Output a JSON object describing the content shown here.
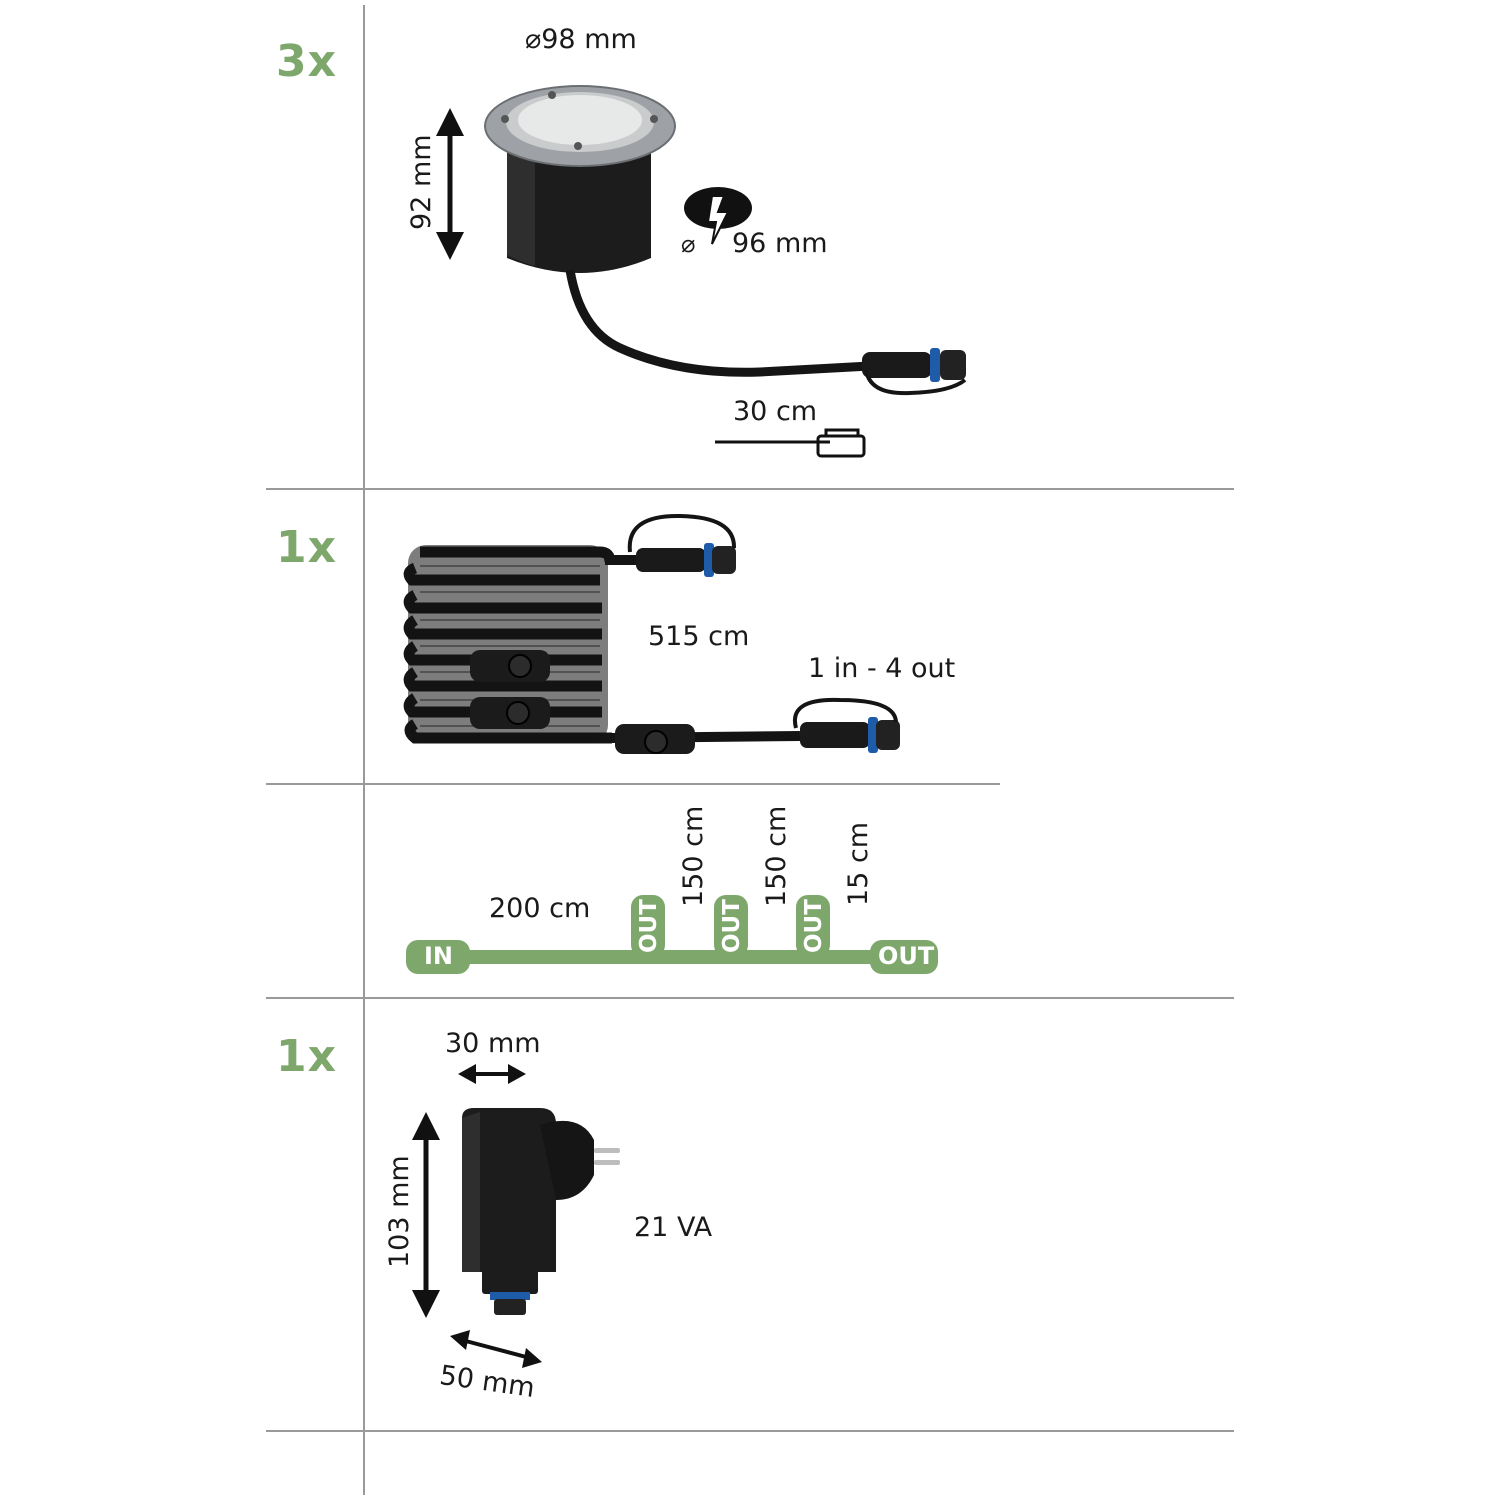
{
  "section1": {
    "quantity": "3x",
    "diameter_top": "⌀98 mm",
    "height": "92 mm",
    "cutout_symbol": "⌀",
    "cutout_diameter": "96 mm",
    "cable_length": "30 cm"
  },
  "section2": {
    "quantity": "1x",
    "cable_length": "515 cm",
    "distributor": "1 in - 4 out"
  },
  "section3": {
    "segment_1": "200 cm",
    "segment_2": "150 cm",
    "segment_3": "150 cm",
    "segment_4": "15 cm",
    "in_label": "IN",
    "out_label": "OUT",
    "color": "#7ea76c"
  },
  "section4": {
    "quantity": "1x",
    "width": "30 mm",
    "height": "103 mm",
    "depth": "50 mm",
    "power": "21 VA"
  }
}
